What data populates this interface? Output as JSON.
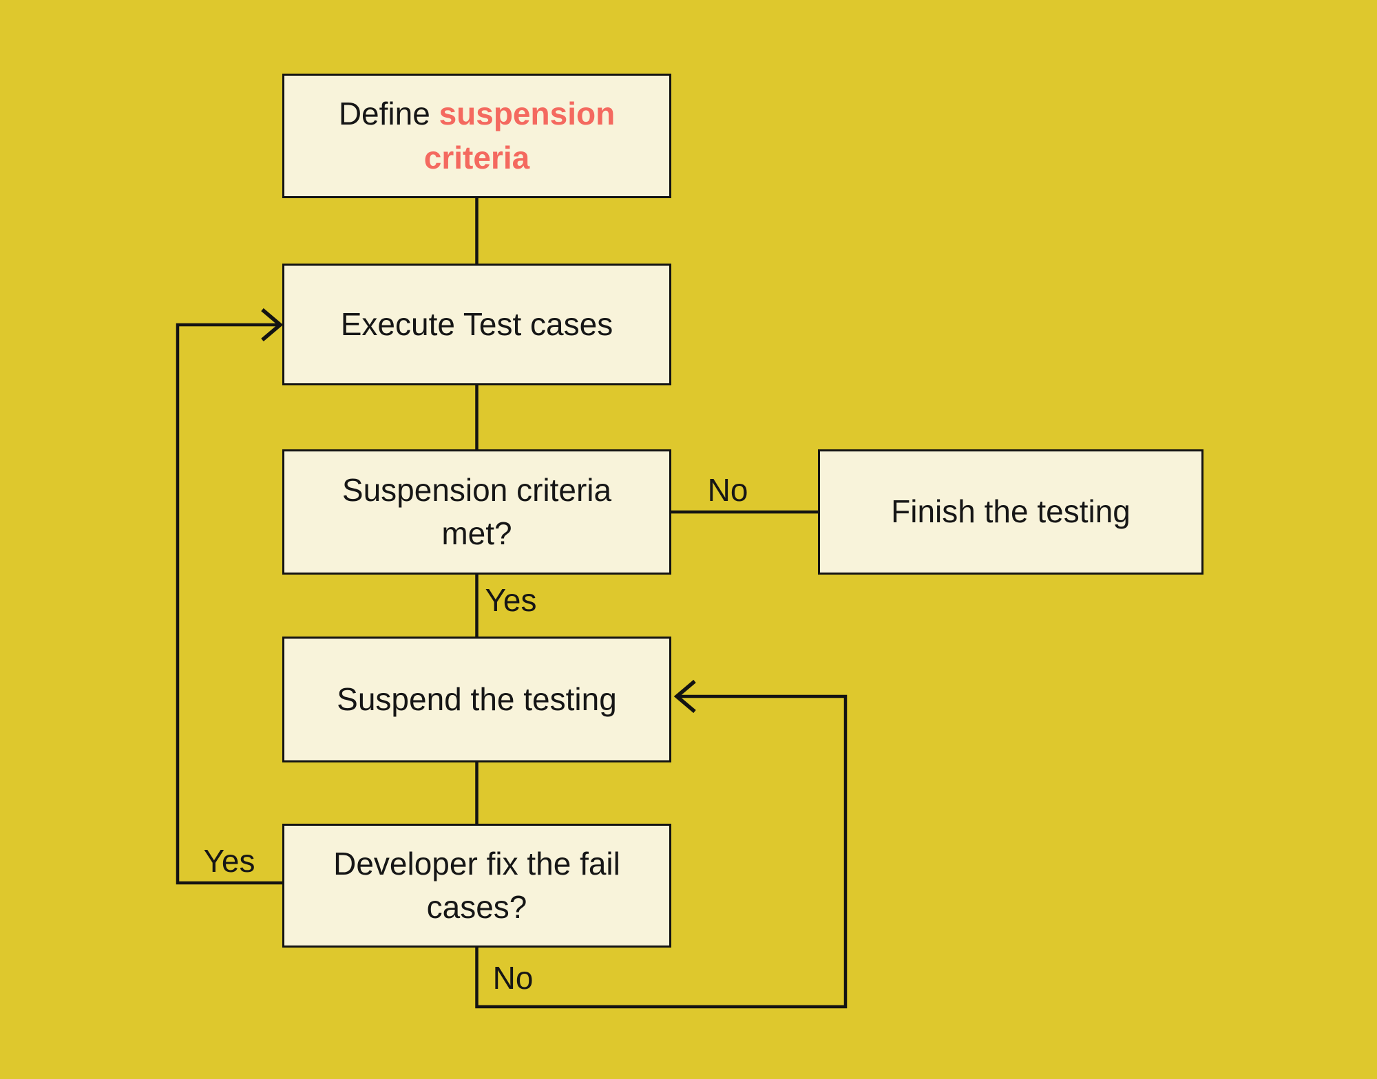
{
  "colors": {
    "background": "#dec82d",
    "node_fill": "#f8f3da",
    "node_border": "#131313",
    "connector": "#131313",
    "text": "#161616",
    "accent_text": "#f4695f"
  },
  "nodes": {
    "define": {
      "prefix": "Define ",
      "accent": "suspension criteria"
    },
    "execute": {
      "label": "Execute Test cases"
    },
    "suspension": {
      "label": "Suspension criteria met?"
    },
    "finish": {
      "label": "Finish the testing"
    },
    "suspend": {
      "label": "Suspend the testing"
    },
    "developer": {
      "label": "Developer fix the fail cases?"
    }
  },
  "edge_labels": {
    "suspension_to_finish": "No",
    "suspension_to_suspend": "Yes",
    "developer_to_execute": "Yes",
    "developer_to_suspend": "No"
  }
}
